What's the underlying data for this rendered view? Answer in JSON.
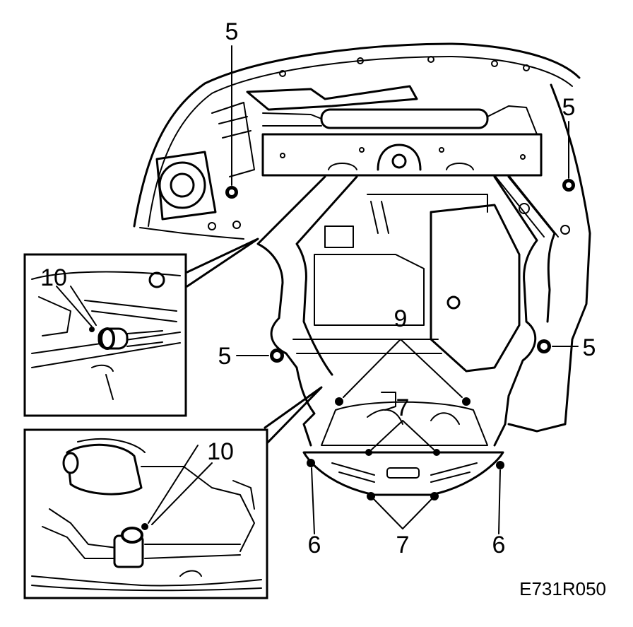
{
  "figure_code": "E731R050",
  "callouts": {
    "c5_top": "5",
    "c5_right_top": "5",
    "c5_left": "5",
    "c5_right": "5",
    "c9": "9",
    "c7_inner": "7",
    "c7_bottom": "7",
    "c6_left": "6",
    "c6_right": "6",
    "c10_upper": "10",
    "c10_lower": "10"
  },
  "colors": {
    "ink": "#000000",
    "paper": "#ffffff"
  }
}
